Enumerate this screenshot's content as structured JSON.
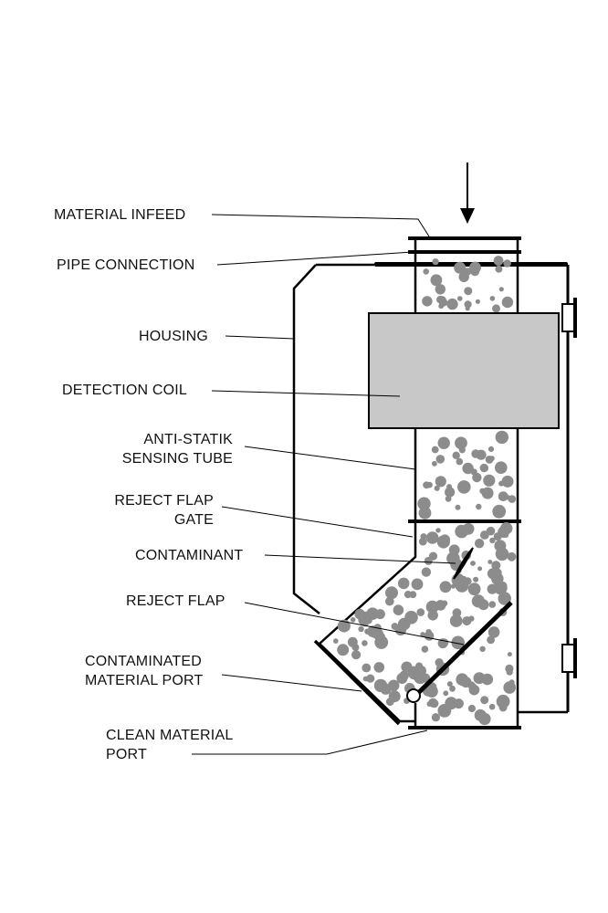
{
  "labels": {
    "material_infeed": "MATERIAL INFEED",
    "pipe_connection": "PIPE CONNECTION",
    "housing": "HOUSING",
    "detection_coil": "DETECTION COIL",
    "anti_statik_1": "ANTI-STATIK",
    "anti_statik_2": "SENSING TUBE",
    "reject_flap_gate_1": "REJECT FLAP",
    "reject_flap_gate_2": "GATE",
    "contaminant": "CONTAMINANT",
    "reject_flap": "REJECT FLAP",
    "contaminated_port_1": "CONTAMINATED",
    "contaminated_port_2": "MATERIAL PORT",
    "clean_port_1": "CLEAN MATERIAL",
    "clean_port_2": "PORT"
  },
  "colors": {
    "stroke": "#000000",
    "coil_fill": "#c8c8c8",
    "particle": "#8c8c8c",
    "background": "#ffffff"
  }
}
